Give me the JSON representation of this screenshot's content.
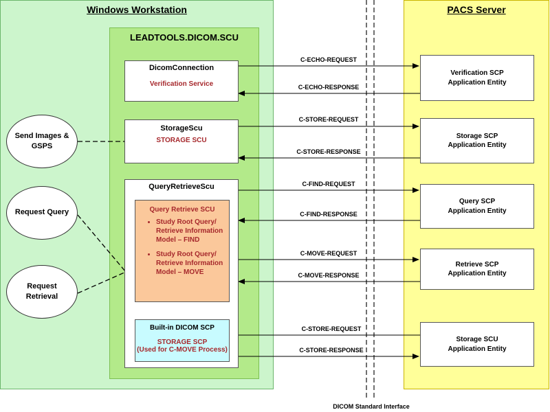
{
  "workstation": {
    "title": "Windows Workstation"
  },
  "pacs": {
    "title": "PACS Server"
  },
  "library": {
    "title": "LEADTOOLS.DICOM.SCU"
  },
  "scu_boxes": {
    "dicom_connection": {
      "title": "DicomConnection",
      "service": "Verification Service"
    },
    "storage_scu": {
      "title": "StorageScu",
      "service": "STORAGE SCU"
    },
    "query_retrieve_scu": {
      "title": "QueryRetrieveScu",
      "inner_title": "Query Retrieve SCU",
      "bullets": [
        "Study Root Query/ Retrieve Information Model – FIND",
        "Study Root Query/ Retrieve Information Model – MOVE"
      ]
    },
    "builtin_scp": {
      "title": "Built-in DICOM SCP",
      "line1": "STORAGE SCP",
      "line2": "(Used for C-MOVE Process)"
    }
  },
  "actors": {
    "send_images": {
      "line1": "Send Images &",
      "line2": "GSPS"
    },
    "request_query": {
      "line1": "Request Query"
    },
    "request_retrieval": {
      "line1": "Request",
      "line2": "Retrieval"
    }
  },
  "scp_boxes": [
    {
      "line1": "Verification SCP",
      "line2": "Application Entity"
    },
    {
      "line1": "Storage SCP",
      "line2": "Application Entity"
    },
    {
      "line1": "Query SCP",
      "line2": "Application Entity"
    },
    {
      "line1": "Retrieve SCP",
      "line2": "Application Entity"
    },
    {
      "line1": "Storage SCU",
      "line2": "Application Entity"
    }
  ],
  "messages": [
    {
      "label": "C-ECHO-REQUEST",
      "direction": "right"
    },
    {
      "label": "C-ECHO-RESPONSE",
      "direction": "left"
    },
    {
      "label": "C-STORE-REQUEST",
      "direction": "right"
    },
    {
      "label": "C-STORE-RESPONSE",
      "direction": "left"
    },
    {
      "label": "C-FIND-REQUEST",
      "direction": "right"
    },
    {
      "label": "C-FIND-RESPONSE",
      "direction": "left"
    },
    {
      "label": "C-MOVE-REQUEST",
      "direction": "right"
    },
    {
      "label": "C-MOVE-RESPONSE",
      "direction": "left"
    },
    {
      "label": "C-STORE-REQUEST",
      "direction": "left"
    },
    {
      "label": "C-STORE-RESPONSE",
      "direction": "right"
    }
  ],
  "interface_label": "DICOM Standard Interface"
}
